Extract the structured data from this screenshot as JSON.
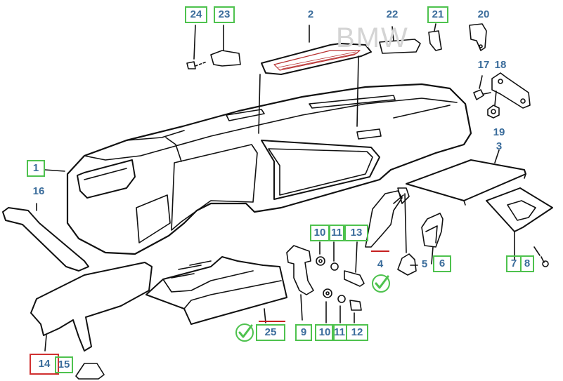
{
  "watermark": "BMW",
  "colors": {
    "label": "#3a6c9b",
    "box_green": "#4ec24e",
    "box_red": "#d03030",
    "check_green": "#4ec24e",
    "line": "#111111"
  },
  "parts": [
    {
      "id": "p1",
      "num": "1"
    },
    {
      "id": "p2",
      "num": "2"
    },
    {
      "id": "p3",
      "num": "3"
    },
    {
      "id": "p4",
      "num": "4"
    },
    {
      "id": "p5",
      "num": "5"
    },
    {
      "id": "p6",
      "num": "6"
    },
    {
      "id": "p7",
      "num": "7"
    },
    {
      "id": "p8",
      "num": "8"
    },
    {
      "id": "p9",
      "num": "9"
    },
    {
      "id": "p10a",
      "num": "10"
    },
    {
      "id": "p10b",
      "num": "10"
    },
    {
      "id": "p11a",
      "num": "11"
    },
    {
      "id": "p11b",
      "num": "11"
    },
    {
      "id": "p12",
      "num": "12"
    },
    {
      "id": "p13",
      "num": "13"
    },
    {
      "id": "p14",
      "num": "14"
    },
    {
      "id": "p15",
      "num": "15"
    },
    {
      "id": "p16",
      "num": "16"
    },
    {
      "id": "p17",
      "num": "17"
    },
    {
      "id": "p18",
      "num": "18"
    },
    {
      "id": "p19",
      "num": "19"
    },
    {
      "id": "p20",
      "num": "20"
    },
    {
      "id": "p21",
      "num": "21"
    },
    {
      "id": "p22",
      "num": "22"
    },
    {
      "id": "p23",
      "num": "23"
    },
    {
      "id": "p24",
      "num": "24"
    },
    {
      "id": "p25",
      "num": "25"
    }
  ],
  "status_icons": [
    "check-icon",
    "check-icon"
  ]
}
